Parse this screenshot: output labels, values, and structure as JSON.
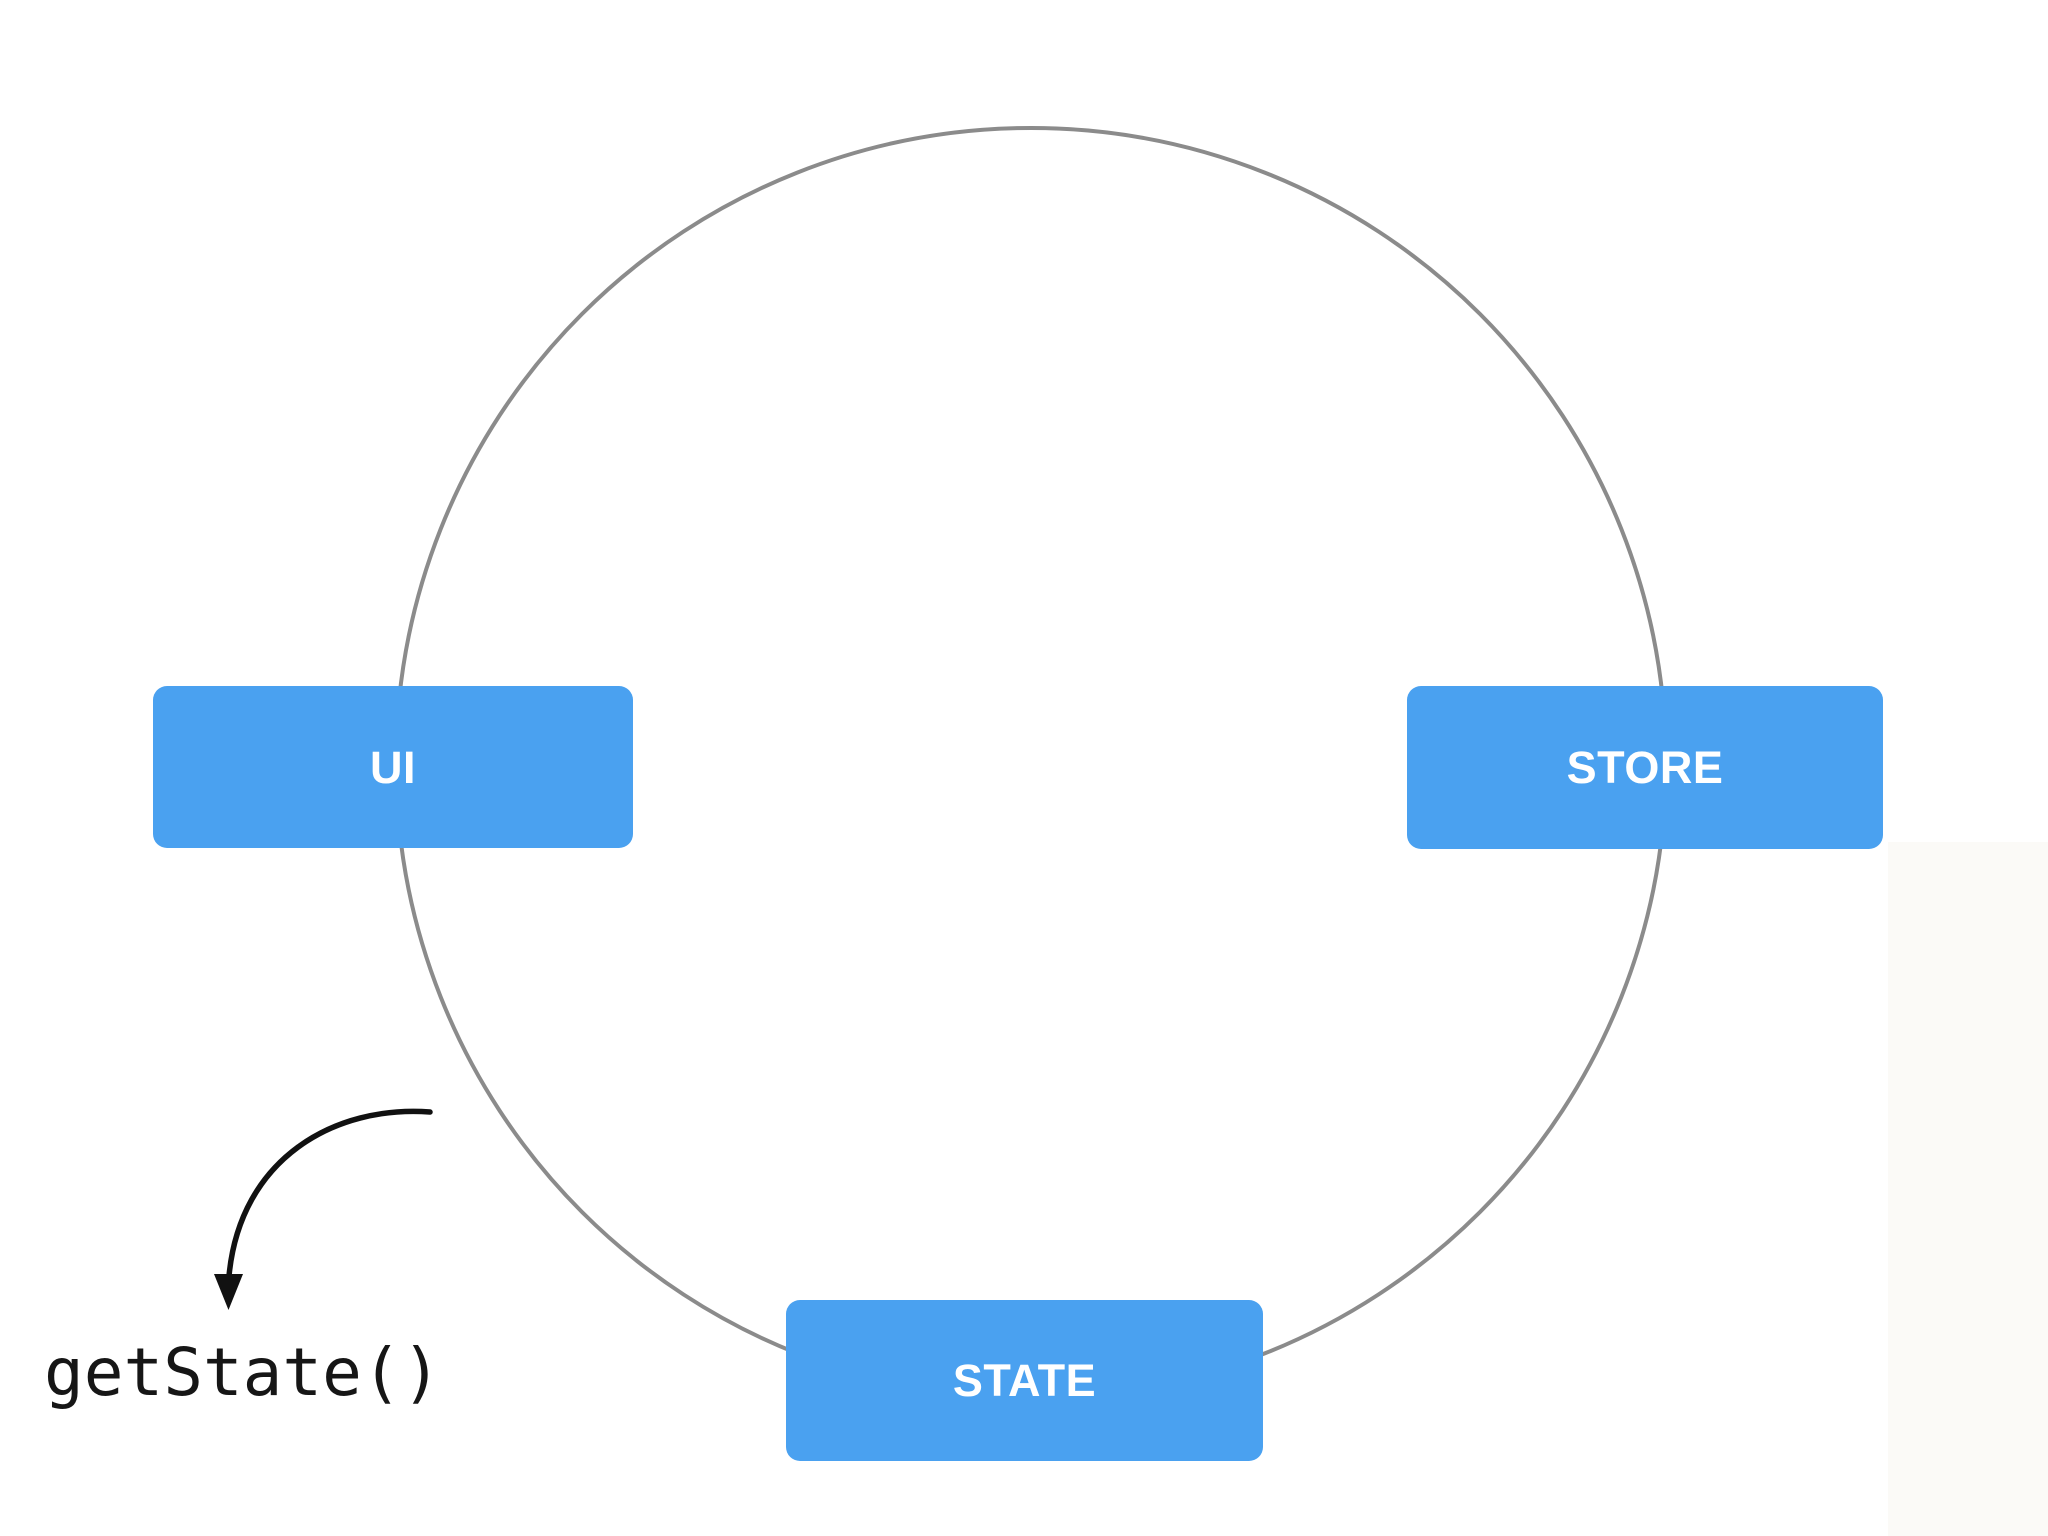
{
  "diagram": {
    "title": "",
    "nodes": [
      {
        "id": "ui",
        "label": "UI"
      },
      {
        "id": "store",
        "label": "STORE"
      },
      {
        "id": "state",
        "label": "STATE"
      }
    ],
    "annotations": [
      {
        "id": "get-state",
        "label": "getState()"
      }
    ],
    "shapes": {
      "cycle_circle": "circle connecting UI, STORE and STATE",
      "getstate_arrow": "curved-arrow-down-left"
    },
    "colors": {
      "background": "#ffffff",
      "node_fill": "#4aa1f0",
      "node_text": "#ffffff",
      "circle_stroke": "#8b8b8b",
      "arrow": "#111111",
      "annotation_text": "#161616",
      "right_edge_band": "#fbfaf7"
    }
  }
}
